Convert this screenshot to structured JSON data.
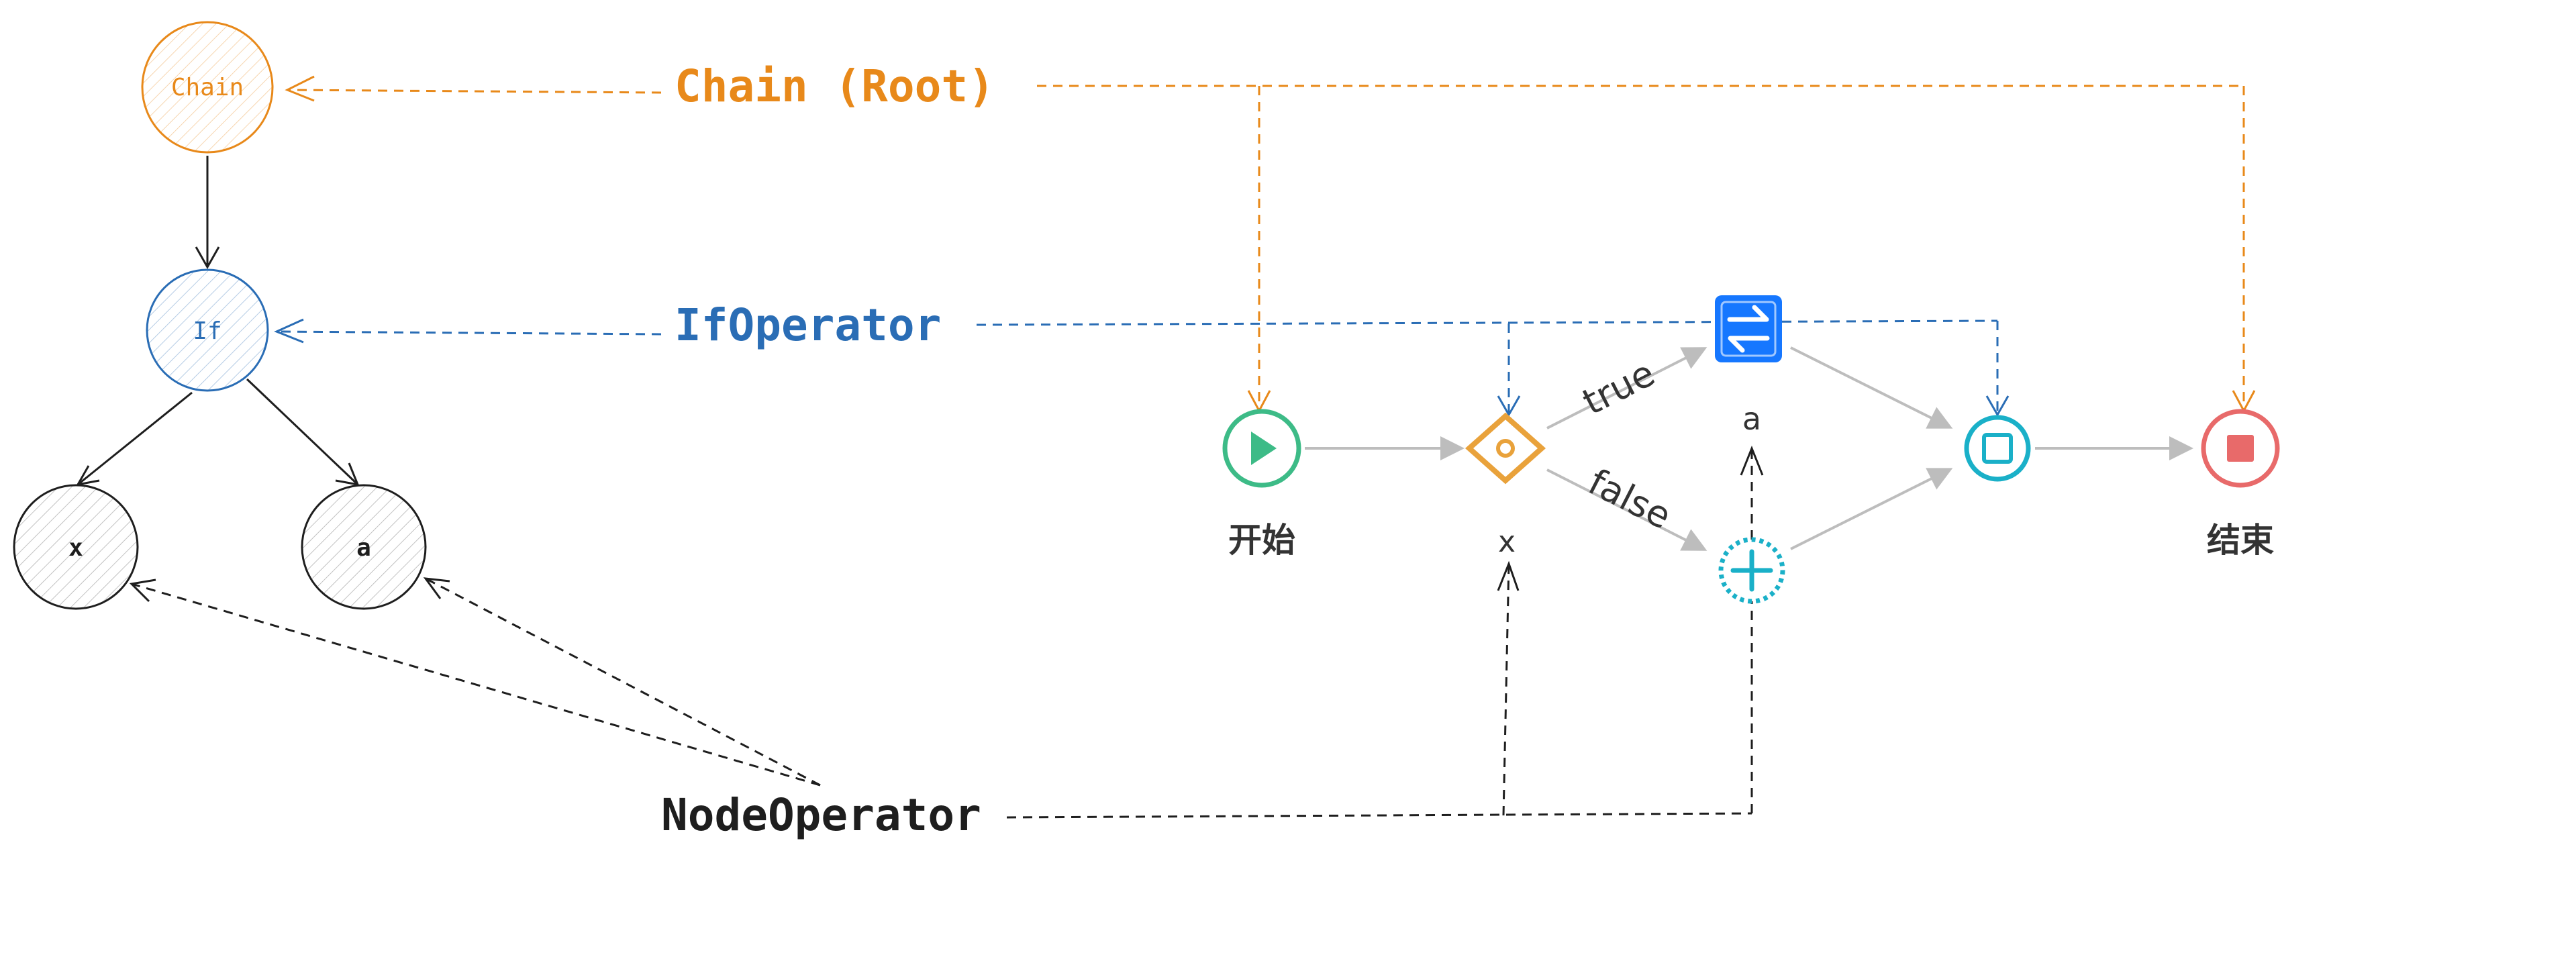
{
  "colors": {
    "chain": "#E8891A",
    "ifop": "#2A6DB5",
    "node": "#1E1E1E",
    "flow": "#BDBDBD",
    "start": "#3DBB87",
    "gateway": "#E9A23B",
    "task_blue": "#1677FF",
    "parallel": "#1AB0C8",
    "end": "#E86A6A",
    "text": "#333333"
  },
  "tree": {
    "root_label": "Chain",
    "if_label": "If",
    "left_leaf_label": "x",
    "right_leaf_label": "a"
  },
  "callouts": {
    "chain_root": "Chain (Root)",
    "if_operator": "IfOperator",
    "node_operator": "NodeOperator"
  },
  "flow": {
    "start_label": "开始",
    "end_label": "结束",
    "true_label": "true",
    "false_label": "false",
    "gateway_var": "x",
    "task_var": "a"
  }
}
